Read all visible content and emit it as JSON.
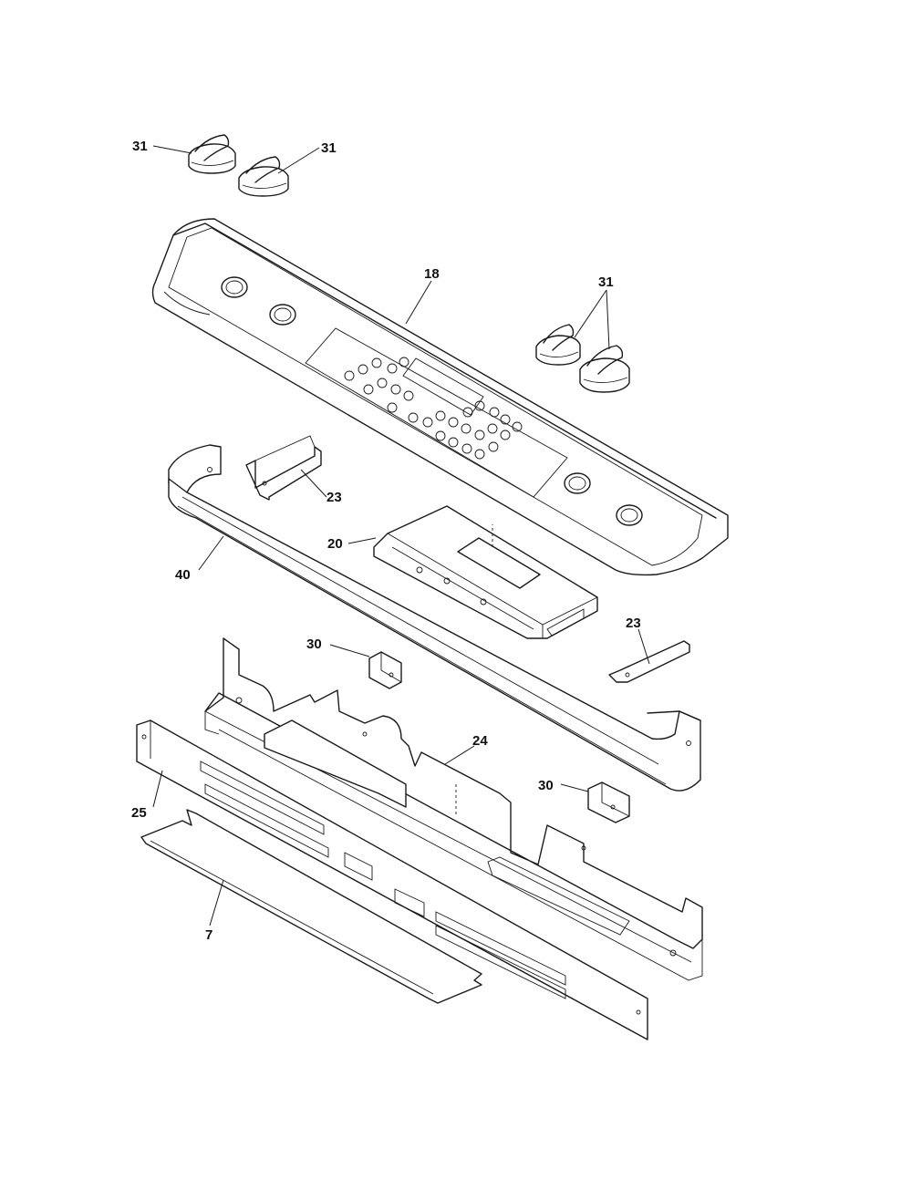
{
  "callouts": [
    {
      "id": "c31a",
      "text": "31"
    },
    {
      "id": "c31b",
      "text": "31"
    },
    {
      "id": "c18",
      "text": "18"
    },
    {
      "id": "c31c",
      "text": "31"
    },
    {
      "id": "c23a",
      "text": "23"
    },
    {
      "id": "c20",
      "text": "20"
    },
    {
      "id": "c40",
      "text": "40"
    },
    {
      "id": "c23b",
      "text": "23"
    },
    {
      "id": "c30a",
      "text": "30"
    },
    {
      "id": "c24",
      "text": "24"
    },
    {
      "id": "c30b",
      "text": "30"
    },
    {
      "id": "c25",
      "text": "25"
    },
    {
      "id": "c7",
      "text": "7"
    }
  ]
}
